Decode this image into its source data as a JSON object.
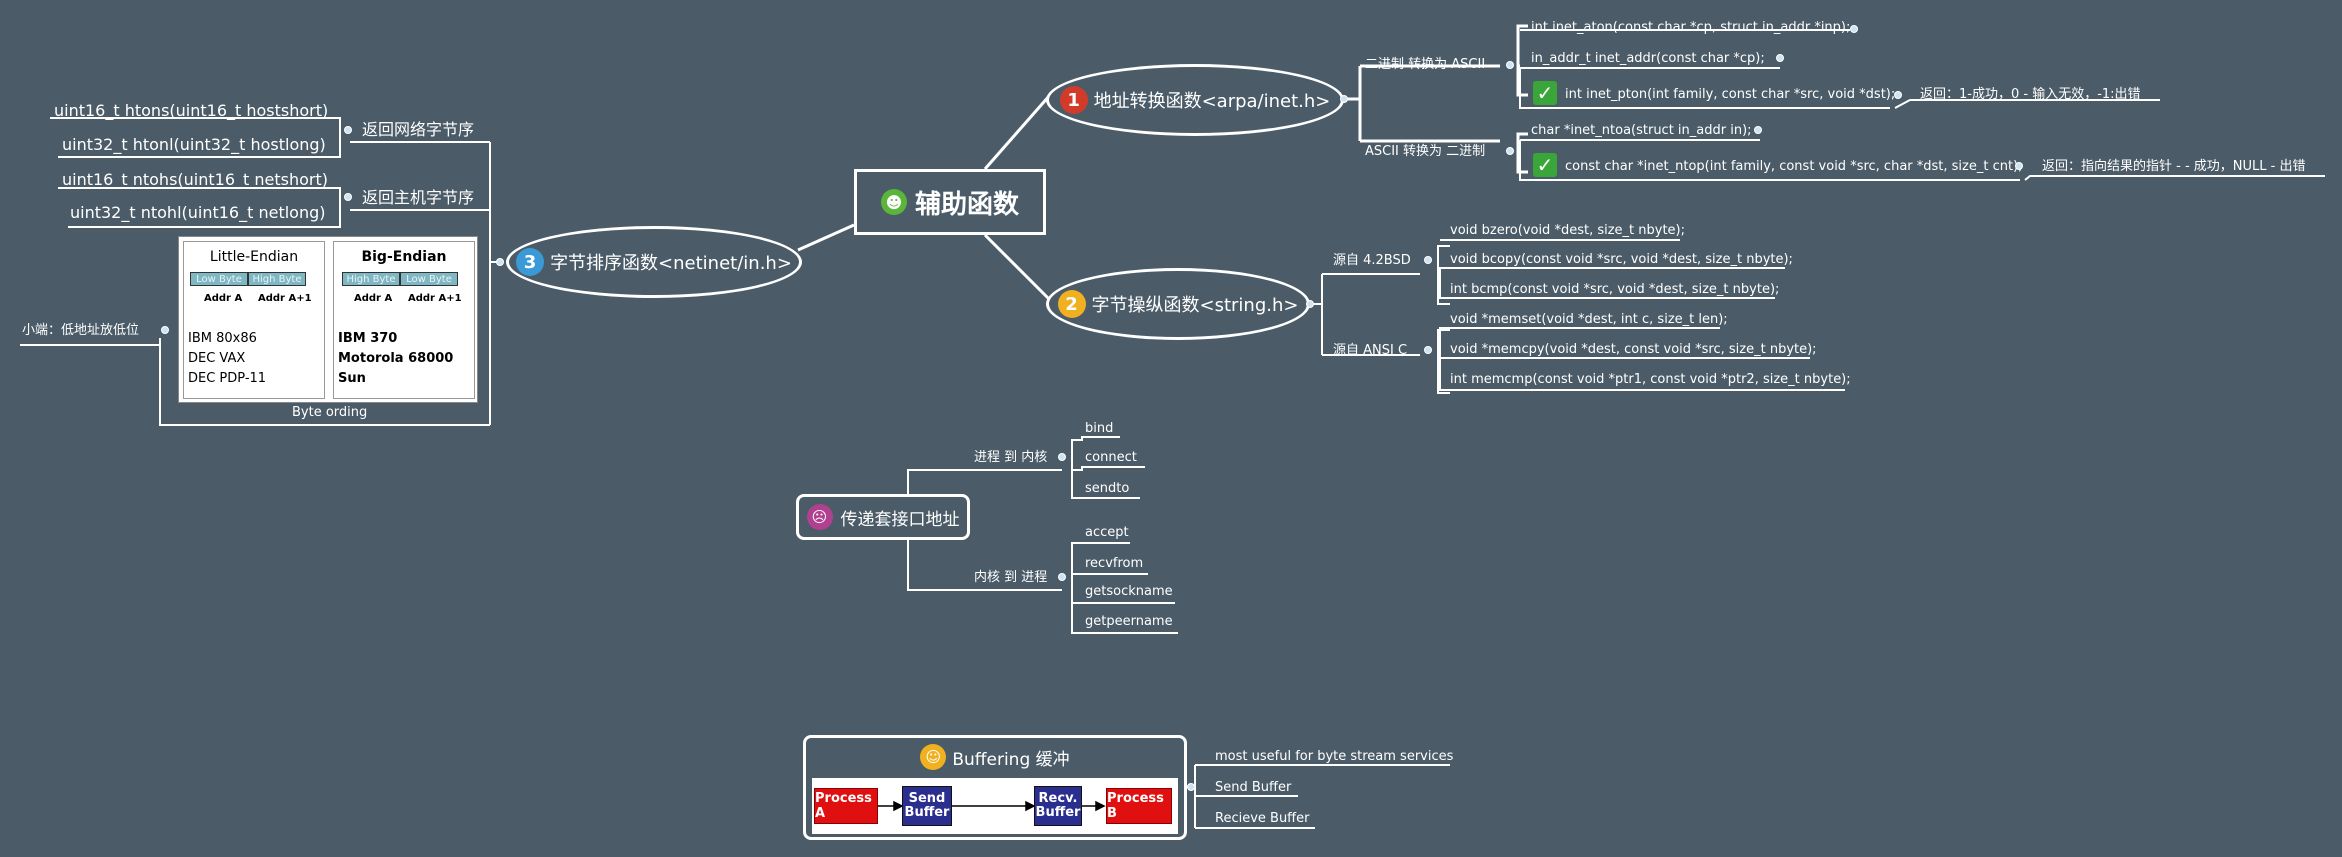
{
  "center": {
    "title": "辅助函数"
  },
  "branch_arpa": {
    "badge": "1",
    "title": "地址转换函数<arpa/inet.h>",
    "groups": [
      {
        "label": "二进制  转换为  ASCII",
        "items": [
          "int inet_aton(const char *cp, struct in_addr *inp);",
          "in_addr_t   inet_addr(const char *cp);",
          "int inet_pton(int family, const char *src, void *dst);"
        ]
      },
      {
        "label": "ASCII  转换为  二进制",
        "items": [
          "char *inet_ntoa(struct in_addr in);",
          "const char *inet_ntop(int family, const void *src, char *dst, size_t cnt);"
        ]
      }
    ],
    "pton_return": "返回：1-成功，0 - 输入无效，-1:出错",
    "ntop_return": "返回：指向结果的指针 -  - 成功，NULL - 出错"
  },
  "branch_string": {
    "badge": "2",
    "title": "字节操纵函数<string.h>",
    "groups": [
      {
        "label": "源自  4.2BSD",
        "items": [
          "void bzero(void *dest, size_t nbyte);",
          "void bcopy(const void *src, void *dest, size_t nbyte);",
          "int bcmp(const void *src, void *dest, size_t nbyte);"
        ]
      },
      {
        "label": "源自  ANSI C",
        "items": [
          "void *memset(void *dest, int c, size_t len);",
          "void *memcpy(void *dest, const void *src, size_t nbyte);",
          "int memcmp(const void *ptr1, const void *ptr2, size_t nbyte);"
        ]
      }
    ]
  },
  "branch_netinet": {
    "badge": "3",
    "title": "字节排序函数<netinet/in.h>",
    "groups": [
      {
        "label": "返回网络字节序",
        "items": [
          "uint16_t  htons(uint16_t hostshort)",
          "uint32_t  htonl(uint32_t hostlong)"
        ]
      },
      {
        "label": "返回主机字节序",
        "items": [
          "uint16_t  ntohs(uint16_t netshort)",
          "uint32_t  ntohl(uint16_t netlong)"
        ]
      }
    ],
    "little_endian_note": "小端：低地址放低位",
    "byte_ordering": {
      "caption": "Byte ording",
      "little": {
        "title": "Little-Endian",
        "cells": [
          "Low Byte",
          "High Byte"
        ],
        "addrs": [
          "Addr A",
          "Addr A+1"
        ],
        "machines": [
          "IBM 80x86",
          "DEC VAX",
          "DEC PDP-11"
        ]
      },
      "big": {
        "title": "Big-Endian",
        "cells": [
          "High Byte",
          "Low Byte"
        ],
        "addrs": [
          "Addr A",
          "Addr A+1"
        ],
        "machines": [
          "IBM 370",
          "Motorola 68000",
          "Sun"
        ]
      }
    }
  },
  "branch_socket": {
    "title": "传递套接口地址",
    "groups": [
      {
        "label": "进程  到  内核",
        "items": [
          "bind",
          "connect",
          "sendto"
        ]
      },
      {
        "label": "内核  到  进程",
        "items": [
          "accept",
          "recvfrom",
          "getsockname",
          "getpeername"
        ]
      }
    ]
  },
  "branch_buffer": {
    "title": "Buffering 缓冲",
    "diagram": {
      "proc_a": "Process A",
      "send": "Send Buffer",
      "recv": "Recv. Buffer",
      "proc_b": "Process B"
    },
    "items": [
      "most useful for byte stream services",
      "Send Buffer",
      "Recieve Buffer"
    ]
  },
  "colors": {
    "background": "#4b5c68",
    "line": "#ffffff",
    "badge_red": "#d23b2a",
    "badge_yellow": "#f0b020",
    "badge_blue": "#3a9ad8",
    "check": "#3aa63a"
  }
}
